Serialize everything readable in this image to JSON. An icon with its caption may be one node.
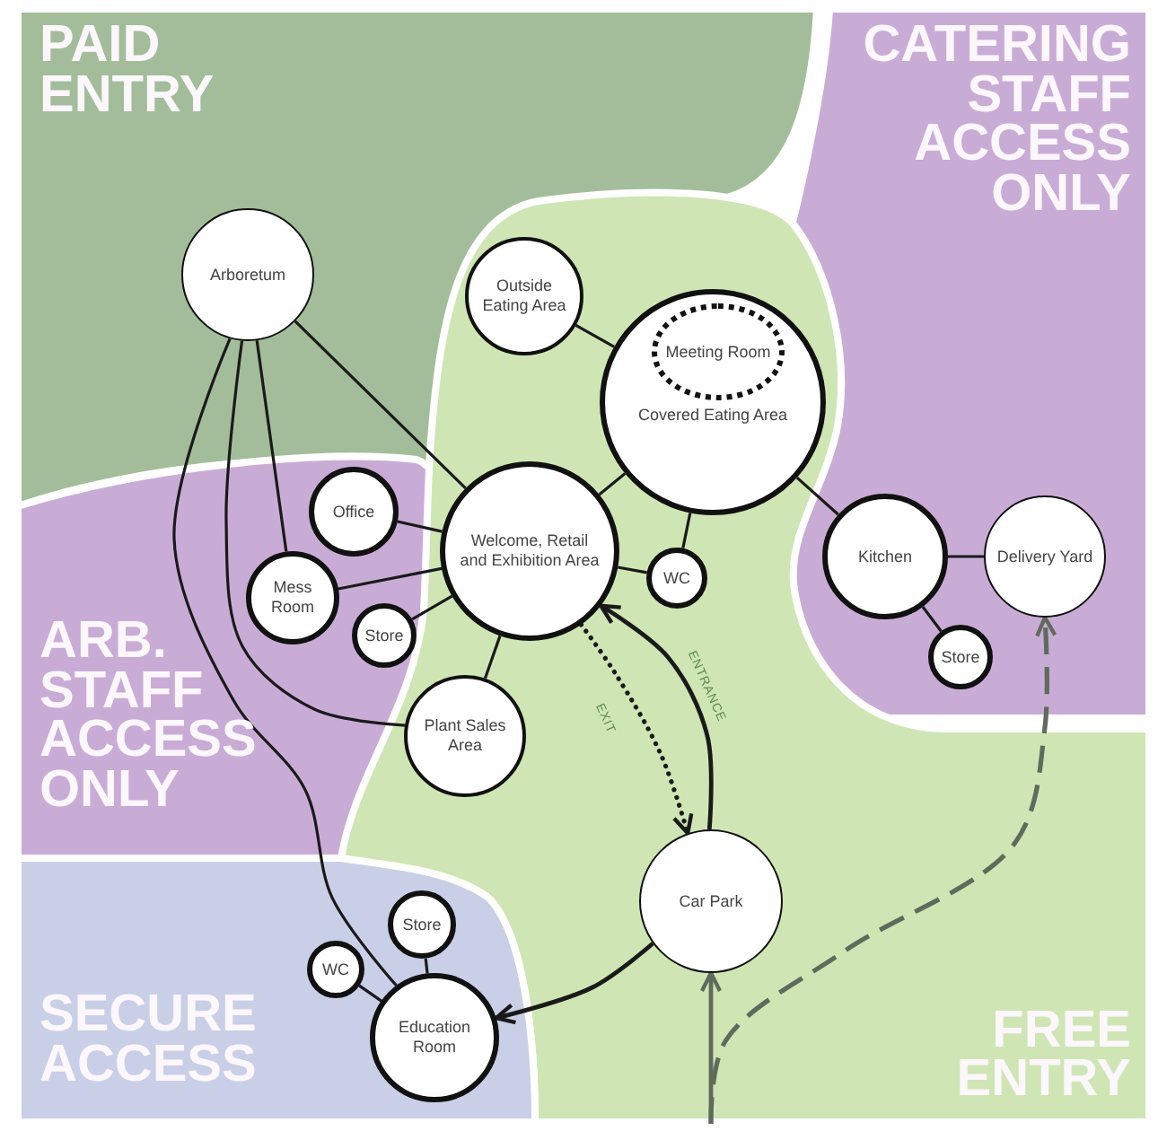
{
  "diagram": {
    "nodes": [
      {
        "text": [
          "PAID ENTRY"
        ]
      },
      {
        "text": [
          "Arboretum"
        ],
        "in": 0
      },
      {
        "text": [
          "CATERING STAFF ACCESS ONLY"
        ]
      },
      {
        "text": [
          "Kitchen"
        ],
        "in": 2
      },
      {
        "text": [
          "Delivery Yard"
        ],
        "in": 2
      },
      {
        "text": [
          "Store"
        ],
        "in": 2
      },
      {
        "text": [
          "ARB. STAFF ACCESS ONLY"
        ]
      },
      {
        "text": [
          "Office"
        ],
        "in": 6
      },
      {
        "text": [
          "Mess Room"
        ],
        "in": 6
      },
      {
        "text": [
          "Store"
        ],
        "in": 6
      },
      {
        "text": [
          "FREE ENTRY"
        ]
      },
      {
        "text": [
          "Outside Eating Area"
        ],
        "in": 10
      },
      {
        "text": [
          "Covered Eating Area"
        ],
        "in": 10
      },
      {
        "text": [
          "Meeting Room"
        ],
        "in": 12
      },
      {
        "text": [
          "Welcome, Retail and Exhibition Area"
        ],
        "in": 10
      },
      {
        "text": [
          "WC"
        ],
        "in": 10
      },
      {
        "text": [
          "Car Park"
        ],
        "in": 10
      },
      {
        "text": [
          "Plant Sales Area"
        ],
        "in": 10
      },
      {
        "text": [
          "SECURE ACCESS"
        ]
      },
      {
        "text": [
          "Store"
        ],
        "in": 18
      },
      {
        "text": [
          "WC"
        ],
        "in": 18
      },
      {
        "text": [
          "Education Room"
        ],
        "in": 18
      }
    ],
    "edges": [
      {
        "from": 1,
        "to": 14,
        "arrow": "none"
      },
      {
        "from": 1,
        "to": 8,
        "arrow": "none"
      },
      {
        "from": 1,
        "to": 17,
        "arrow": "none"
      },
      {
        "from": 1,
        "to": 21,
        "arrow": "none"
      },
      {
        "from": 7,
        "to": 14,
        "arrow": "none"
      },
      {
        "from": 8,
        "to": 14,
        "arrow": "none"
      },
      {
        "from": 9,
        "to": 14,
        "arrow": "none"
      },
      {
        "from": 14,
        "to": 17,
        "arrow": "none"
      },
      {
        "from": 14,
        "to": 15,
        "arrow": "none"
      },
      {
        "from": 14,
        "to": 12,
        "arrow": "none"
      },
      {
        "from": 11,
        "to": 12,
        "arrow": "none"
      },
      {
        "from": 15,
        "to": 12,
        "arrow": "none"
      },
      {
        "from": 12,
        "to": 3,
        "arrow": "none"
      },
      {
        "from": 3,
        "to": 4,
        "arrow": "none"
      },
      {
        "from": 3,
        "to": 5,
        "arrow": "none"
      },
      {
        "from": 16,
        "to": 14,
        "arrow": "to",
        "label": "ENTRANCE"
      },
      {
        "from": 14,
        "to": 16,
        "arrow": "to",
        "label": "EXIT",
        "style": "dashed"
      },
      {
        "from": 16,
        "to": 21,
        "arrow": "to"
      },
      {
        "from": 10,
        "to": 16,
        "arrow": "to",
        "color": "#5f6b5c"
      },
      {
        "from": 10,
        "to": 4,
        "arrow": "to",
        "style": "dashed",
        "color": "#5f6b5c"
      },
      {
        "from": 21,
        "to": 19,
        "arrow": "none"
      },
      {
        "from": 21,
        "to": 20,
        "arrow": "none"
      }
    ]
  }
}
